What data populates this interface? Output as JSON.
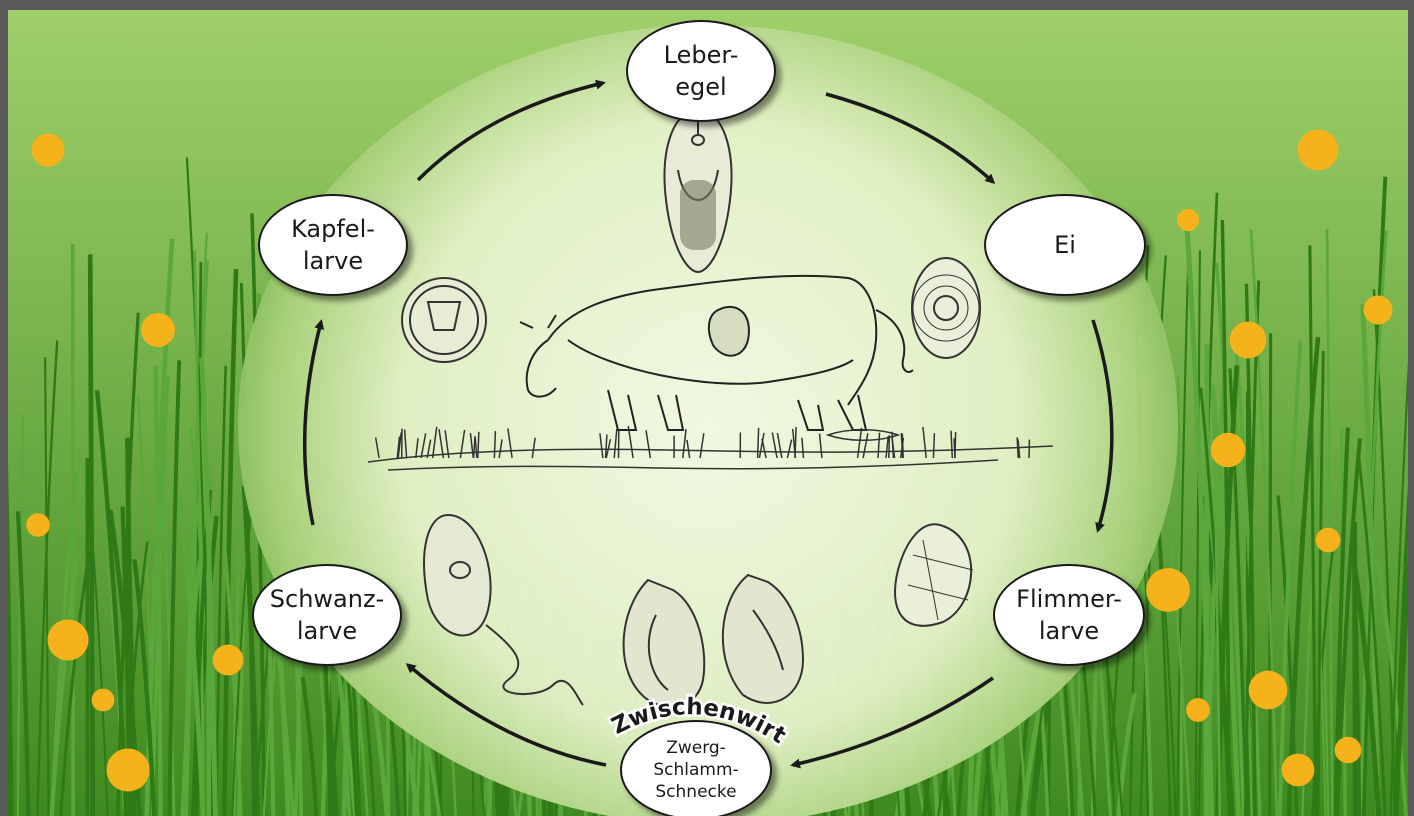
{
  "nodes": {
    "leberegel": "Leber-\negel",
    "ei": "Ei",
    "flimmerlarve": "Flimmer-\nlarve",
    "schnecke": "Zwerg-\nSchlamm-\nSchnecke",
    "schwanzlarve": "Schwanz-\nlarve",
    "kapfellarve": "Kapfel-\nlarve"
  },
  "zwischenwirt_label": "Zwischenwirt",
  "colors": {
    "frame": "#5a5a5a",
    "grass_dark": "#3d8a1e",
    "grass_light": "#c9e6a0",
    "dandelion": "#f6b21a",
    "arrow": "#1a1a1a"
  }
}
